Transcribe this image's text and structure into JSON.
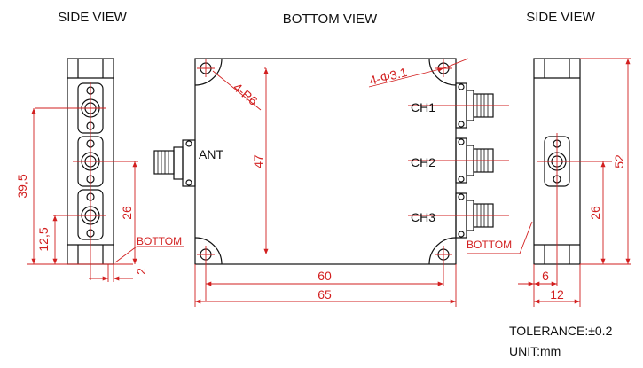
{
  "headers": {
    "side_left": "SIDE VIEW",
    "bottom": "BOTTOM VIEW",
    "side_right": "SIDE VIEW"
  },
  "labels": {
    "ant": "ANT",
    "ch1": "CH1",
    "ch2": "CH2",
    "ch3": "CH3",
    "bottom_left": "BOTTOM",
    "bottom_right": "BOTTOM"
  },
  "dimensions": {
    "left_height": "39,5",
    "left_lower": "12,5",
    "left_mid": "26",
    "left_base": "2",
    "corner_radius": "4-R6",
    "hole": "4-Φ3.1",
    "body_height": "47",
    "inner_width": "60",
    "outer_width": "65",
    "right_height": "52",
    "right_mid": "26",
    "right_small": "6",
    "right_width": "12"
  },
  "notes": {
    "tolerance": "TOLERANCE:±0.2",
    "unit": "UNIT:mm"
  },
  "colors": {
    "outline": "#111111",
    "dimension": "#d21f1f"
  }
}
